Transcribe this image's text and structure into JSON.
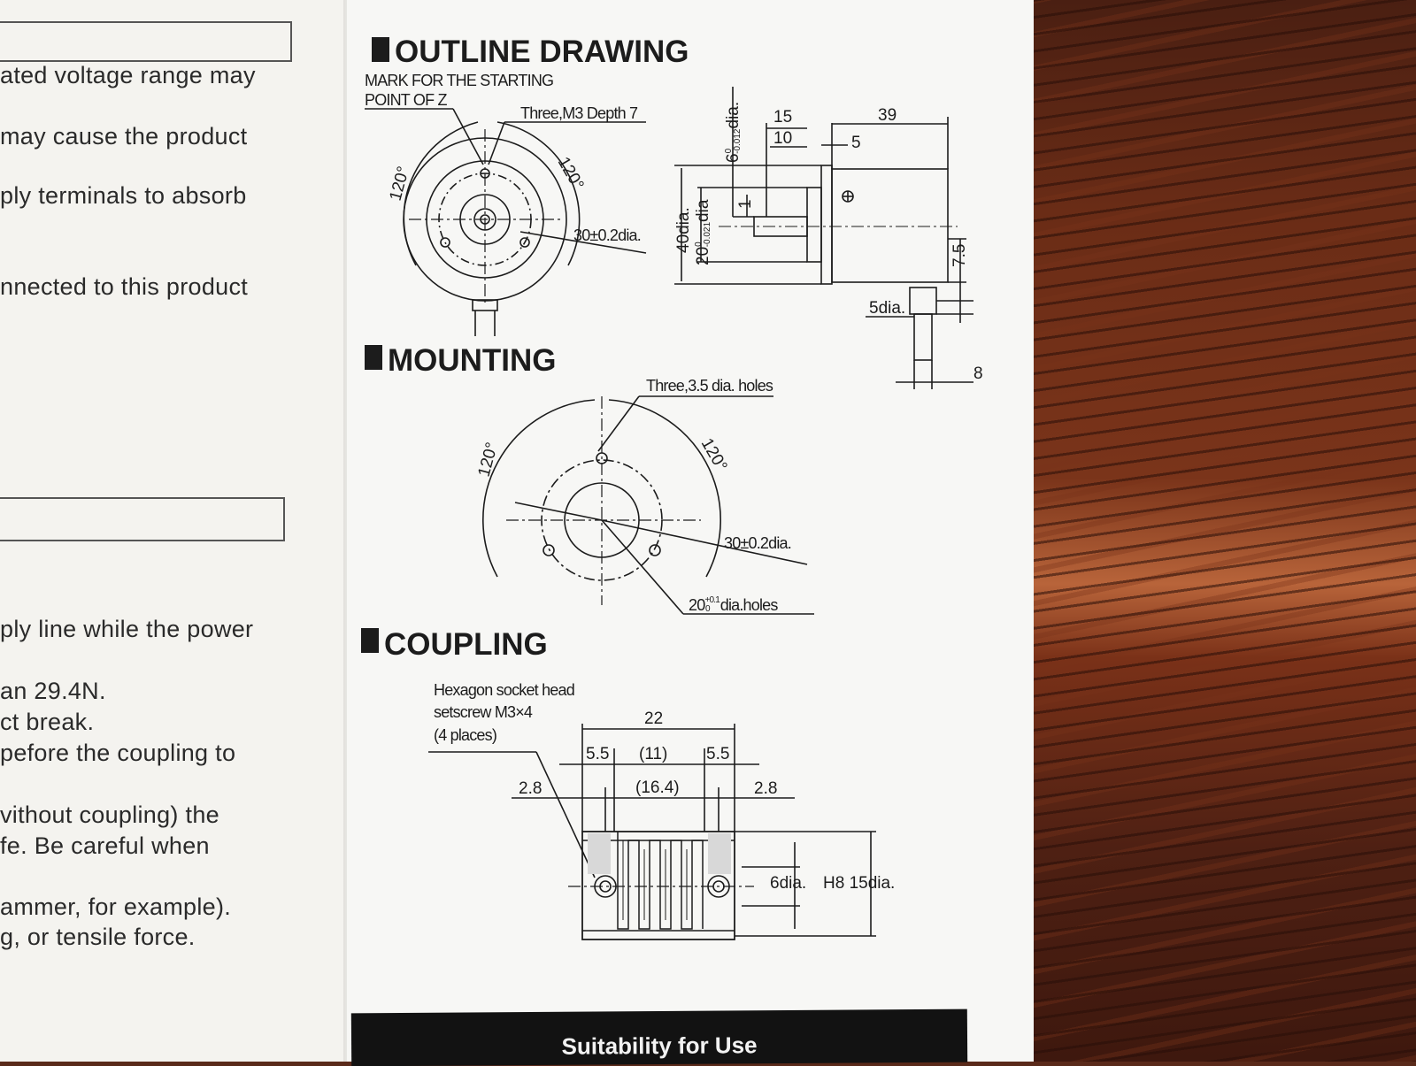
{
  "left_page": {
    "lines_top": [
      "ated voltage range may",
      "may cause the product",
      "ply terminals to absorb",
      "nnected to this product"
    ],
    "lines_bottom": [
      "ply line while the power",
      "an 29.4N.",
      "ct break.",
      "pefore the coupling to",
      "vithout coupling) the",
      "fe. Be careful when",
      "ammer, for example).",
      "g, or tensile force."
    ]
  },
  "outline": {
    "heading": "OUTLINE DRAWING",
    "mark_line1": "MARK FOR THE STARTING",
    "mark_line2": "POINT OF Z",
    "screw_label": "Three,M3 Depth 7",
    "angle_left": "120°",
    "angle_right": "120°",
    "pcd_label": "30±0.2dia.",
    "shaft_dia": "6",
    "shaft_tol_upper": "0",
    "shaft_tol_lower": "-0.012",
    "shaft_dia_suffix": "dia.",
    "body_dia": "40dia.",
    "spigot_dia": "20",
    "spigot_tol_upper": "0",
    "spigot_tol_lower": "-0.021",
    "spigot_dia_suffix": "dia",
    "dim_15": "15",
    "dim_10": "10",
    "dim_5": "5",
    "dim_39": "39",
    "dim_1": "1",
    "dim_7_5": "7.5",
    "cable_dia": "5dia.",
    "dim_8": "8"
  },
  "mounting": {
    "heading": "MOUNTING",
    "holes_label": "Three,3.5 dia. holes",
    "angle_left": "120°",
    "angle_right": "120°",
    "pcd_label": "30±0.2dia.",
    "spigot_base": "20",
    "spigot_tol_upper": "+0.1",
    "spigot_tol_lower": "0",
    "spigot_suffix": "dia.holes"
  },
  "coupling": {
    "heading": "COUPLING",
    "screw_line1": "Hexagon socket head",
    "screw_line2": "setscrew M3×4",
    "screw_line3": "(4 places)",
    "dim_22": "22",
    "dim_5_5_left": "5.5",
    "dim_11": "(11)",
    "dim_5_5_right": "5.5",
    "dim_2_8_left": "2.8",
    "dim_16_4": "(16.4)",
    "dim_2_8_right": "2.8",
    "bore_label": "6dia.",
    "outer_label": "H8 15dia."
  },
  "footer": {
    "title": "Suitability for Use"
  }
}
